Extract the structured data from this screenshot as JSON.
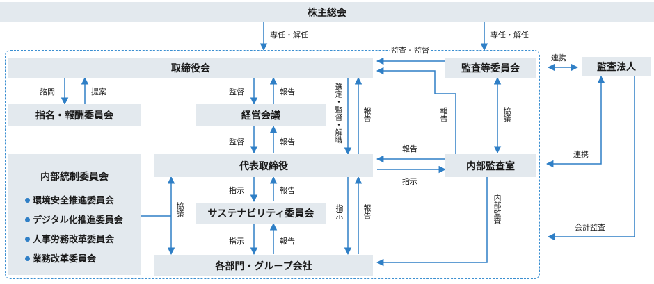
{
  "nodes": {
    "shareholders": "株主総会",
    "board": "取締役会",
    "audit_committee": "監査等委員会",
    "audit_firm": "監査法人",
    "nomination": "指名・報酬委員会",
    "mgmt_meeting": "経営会議",
    "internal_control": "内部統制委員会",
    "internal_control_subs": [
      "環境安全推進委員会",
      "デジタル化推進委員会",
      "人事労務改革委員会",
      "業務改革委員会"
    ],
    "representative": "代表取締役",
    "internal_audit": "内部監査室",
    "sustainability": "サステナビリティ委員会",
    "departments": "各部門・グループ会社"
  },
  "labels": {
    "appoint1": "専任・解任",
    "appoint2": "専任・解任",
    "audit_supervise": "監査・監督",
    "coop1": "連携",
    "coop2": "連携",
    "consult": "諮問",
    "propose": "提案",
    "supervise1": "監督",
    "report1": "報告",
    "select": "選定・監督・解職",
    "report_board": "報告",
    "report_ac": "報告",
    "ac_ia": "協議",
    "supervise2": "監督",
    "report2": "報告",
    "report_ia": "報告",
    "instruct_ia": "指示",
    "instruct1": "指示",
    "report3": "報告",
    "consult2": "協議",
    "instruct_dept": "指示",
    "report_dept": "報告",
    "instruct2": "指示",
    "report4": "報告",
    "internal_audit_v": "内部監査",
    "accounting_audit": "会計監査"
  }
}
